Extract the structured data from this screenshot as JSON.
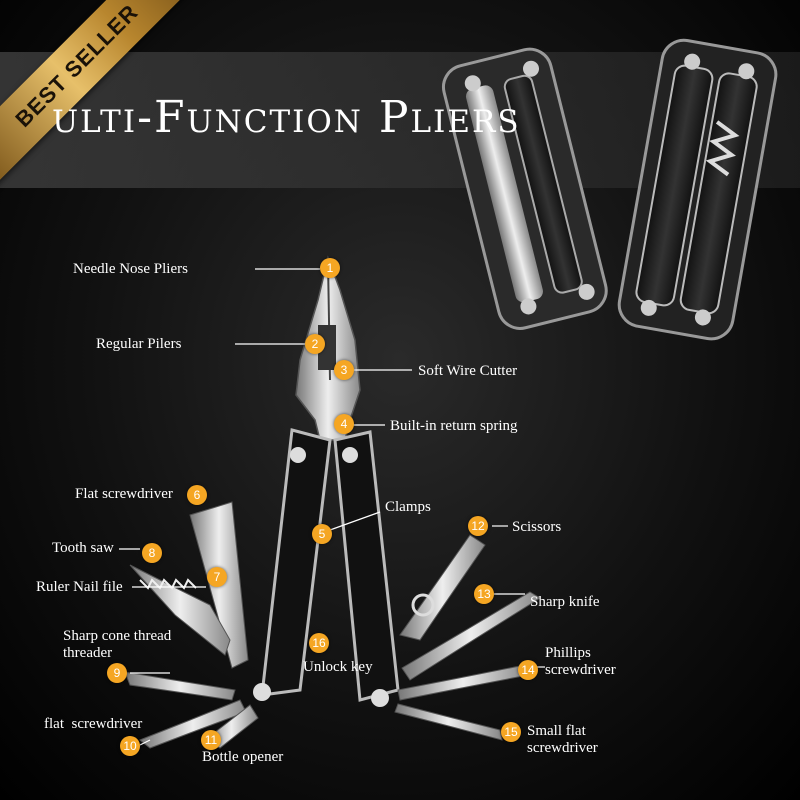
{
  "ribbon": {
    "text": "BEST SELLER"
  },
  "title": {
    "text": "ulti-Function Pliers"
  },
  "colors": {
    "badge": "#f5a623",
    "gold": "#e7c06a",
    "handle": "#1a1a1a",
    "steel": "#c9c9c9"
  },
  "callouts": [
    {
      "number": "1",
      "label": "Needle Nose Pliers"
    },
    {
      "number": "2",
      "label": "Regular Pilers"
    },
    {
      "number": "3",
      "label": "Soft Wire Cutter"
    },
    {
      "number": "4",
      "label": "Built-in return spring"
    },
    {
      "number": "5",
      "label": "Clamps"
    },
    {
      "number": "6",
      "label": "Flat screwdriver"
    },
    {
      "number": "7",
      "label": "Ruler Nail file"
    },
    {
      "number": "8",
      "label": "Tooth saw"
    },
    {
      "number": "9",
      "label": "Sharp cone thread threader"
    },
    {
      "number": "10",
      "label": "flat  screwdriver"
    },
    {
      "number": "11",
      "label": "Bottle opener"
    },
    {
      "number": "12",
      "label": "Scissors"
    },
    {
      "number": "13",
      "label": "Sharp knife"
    },
    {
      "number": "14",
      "label": "Phillips screwdriver"
    },
    {
      "number": "15",
      "label": "Small flat screwdriver"
    },
    {
      "number": "16",
      "label": "Unlock key"
    }
  ]
}
